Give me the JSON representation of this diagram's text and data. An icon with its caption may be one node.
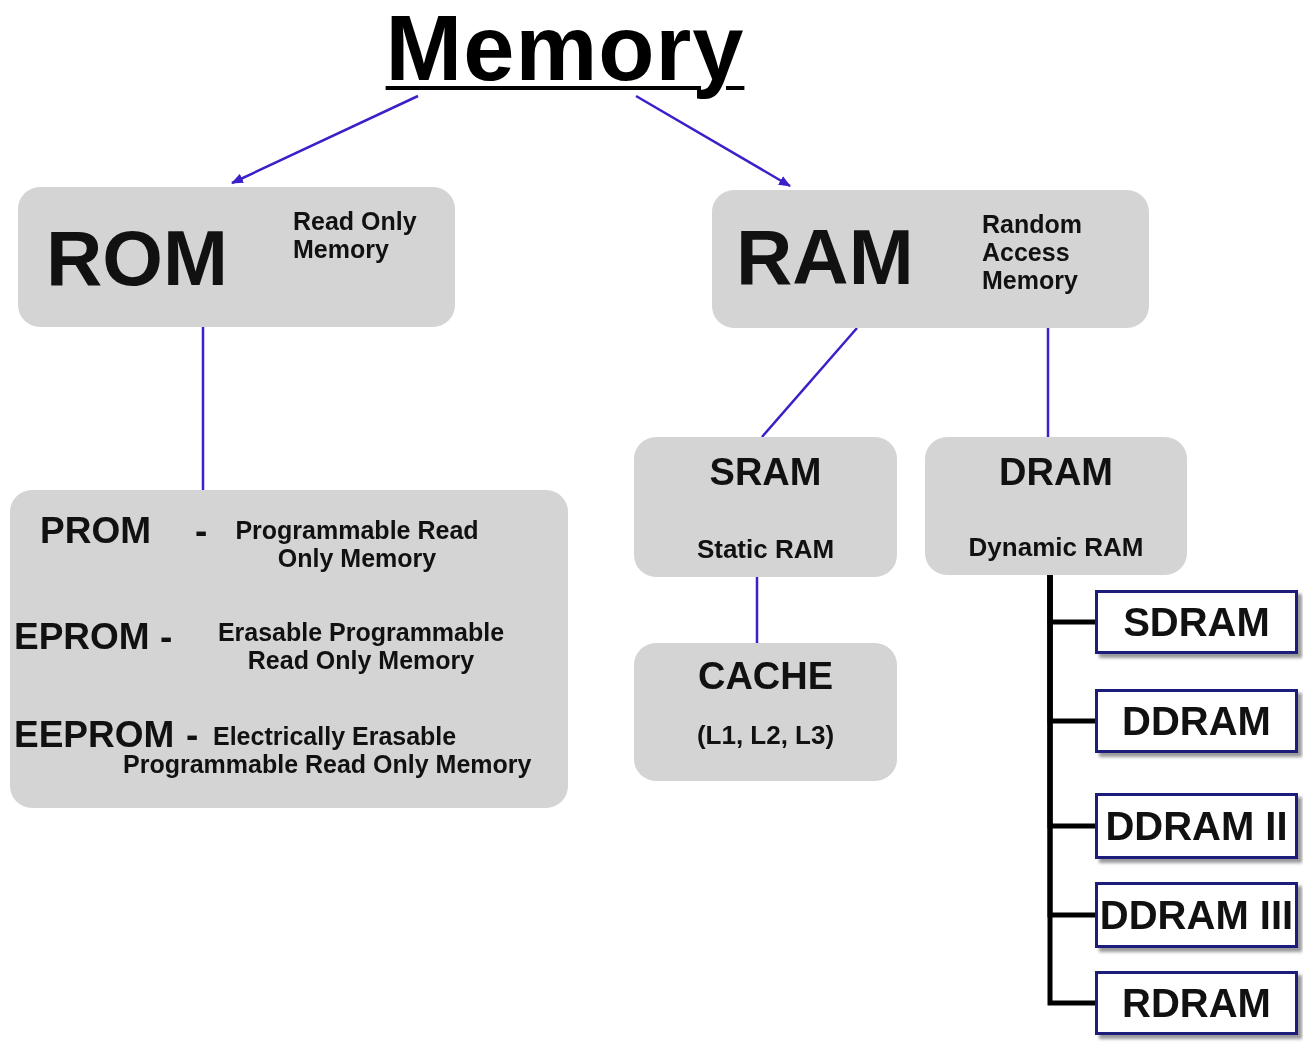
{
  "diagram": {
    "nodes": [
      {
        "text": [
          "Memory"
        ]
      },
      {
        "text": [
          "ROM",
          "Read Only Memory"
        ]
      },
      {
        "text": [
          "RAM",
          "Random Access Memory"
        ]
      },
      {
        "text": [
          "PROM",
          "-",
          "Programmable Read Only Memory",
          "EPROM",
          "-",
          "Erasable Programmable Read Only Memory",
          "EEPROM",
          "-",
          "Electrically Erasable Programmable Read Only Memory"
        ]
      },
      {
        "text": [
          "SRAM",
          "Static RAM"
        ]
      },
      {
        "text": [
          "DRAM",
          "Dynamic RAM"
        ]
      },
      {
        "text": [
          "CACHE",
          "(L1, L2, L3)"
        ]
      },
      {
        "text": [
          "SDRAM"
        ]
      },
      {
        "text": [
          "DDRAM"
        ]
      },
      {
        "text": [
          "DDRAM II"
        ]
      },
      {
        "text": [
          "DDRAM III"
        ]
      },
      {
        "text": [
          "RDRAM"
        ]
      }
    ],
    "edges": [
      {
        "from": 0,
        "to": 1,
        "arrow": "to"
      },
      {
        "from": 0,
        "to": 2,
        "arrow": "to"
      },
      {
        "from": 1,
        "to": 3,
        "arrow": "none"
      },
      {
        "from": 2,
        "to": 4,
        "arrow": "none"
      },
      {
        "from": 2,
        "to": 5,
        "arrow": "none"
      },
      {
        "from": 4,
        "to": 6,
        "arrow": "none"
      },
      {
        "from": 5,
        "to": 7,
        "arrow": "none",
        "style": "thick",
        "color": "#000000"
      },
      {
        "from": 5,
        "to": 8,
        "arrow": "none",
        "style": "thick",
        "color": "#000000"
      },
      {
        "from": 5,
        "to": 9,
        "arrow": "none",
        "style": "thick",
        "color": "#000000"
      },
      {
        "from": 5,
        "to": 10,
        "arrow": "none",
        "style": "thick",
        "color": "#000000"
      },
      {
        "from": 5,
        "to": 11,
        "arrow": "none",
        "style": "thick",
        "color": "#000000"
      }
    ]
  }
}
